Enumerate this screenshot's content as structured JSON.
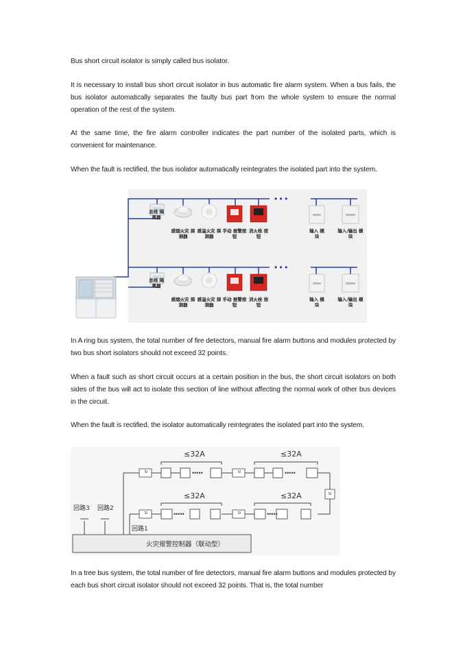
{
  "paragraphs": [
    "Bus short circuit isolator is simply called bus isolator.",
    "It is necessary to install bus short circuit isolator in bus automatic fire alarm system. When a bus fails, the bus isolator automatically separates the faulty bus part from the whole system to ensure the normal operation of the rest of the system.",
    "At the same time, the fire alarm controller indicates the part number of the isolated parts, which is convenient for maintenance.",
    "When the fault is rectified, the bus isolator automatically reintegrates the isolated part into the system.",
    "In A ring bus system, the total number of fire detectors, manual fire alarm buttons and modules protected by two bus short isolators should not exceed 32 points.",
    "When a fault such as short circuit occurs at a certain position in the bus, the short circuit isolators on both sides of the bus will act to isolate this section of line without affecting the normal work of other bus devices in the circuit.",
    "When the fault is rectified, the isolator automatically reintegrates the isolated part into the system.",
    "In a tree bus system, the total number of fire detectors, manual fire alarm buttons and modules protected by each bus short circuit isolator should not exceed 32 points. That is, the total number"
  ],
  "figure1": {
    "devices": {
      "isolator": "总线 隔离器",
      "smoke": "感烟火灾 探测器",
      "heat": "感温火灾 探测器",
      "manual": "手动 报警按钮",
      "hydrant": "消火栓 按钮",
      "input": "输入 模块",
      "io": "输入/输出 模块"
    },
    "ellipsis": "•   •   •"
  },
  "figure2": {
    "limit": "≤32A",
    "si": "SI",
    "loop1": "回路1",
    "loop2": "回路2",
    "loop3": "回路3",
    "controller": "火灾报警控制器（联动型）"
  },
  "colors": {
    "bus_line": "#2a3a9a",
    "red_device": "#d22a22",
    "sketch_line": "#444444"
  }
}
